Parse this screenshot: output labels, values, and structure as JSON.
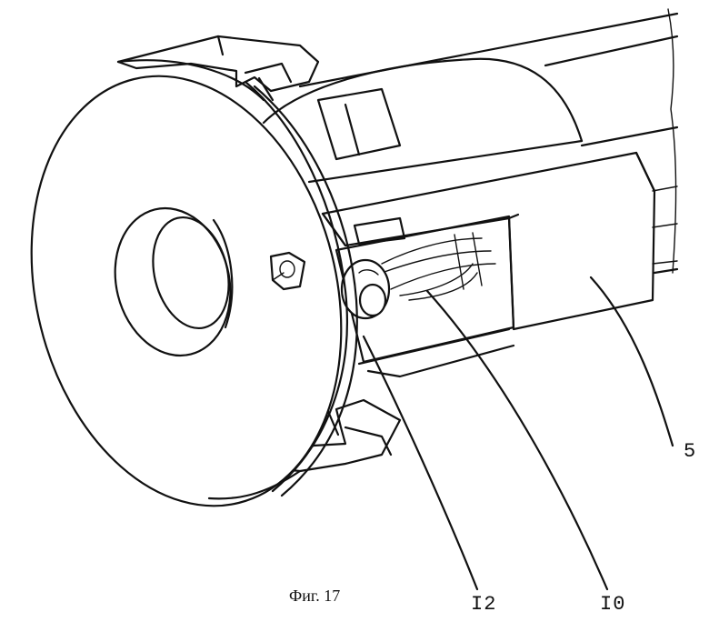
{
  "figure": {
    "caption": "Фиг. 17",
    "labels": {
      "part_5": "5",
      "part_10": "I0",
      "part_12": "I2"
    }
  }
}
